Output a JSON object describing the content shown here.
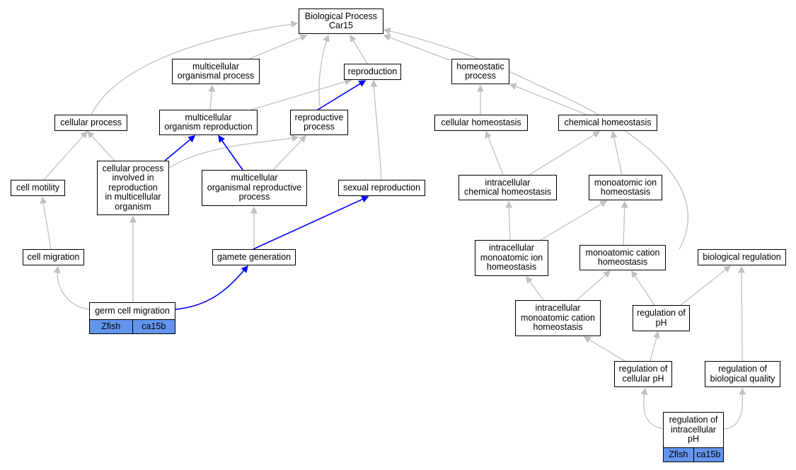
{
  "nodes": {
    "bp": "Biological Process\nCar15",
    "multicellular_organismal_process": "multicellular\norganismal process",
    "reproduction": "reproduction",
    "homeostatic_process": "homeostatic\nprocess",
    "cellular_process": "cellular process",
    "multicellular_organism_reproduction": "multicellular\norganism reproduction",
    "reproductive_process": "reproductive\nprocess",
    "cellular_homeostasis": "cellular homeostasis",
    "chemical_homeostasis": "chemical homeostasis",
    "cell_motility": "cell motility",
    "cellular_process_multicellular": "cellular process\ninvolved in\nreproduction\nin multicellular\norganism",
    "multicellular_organismal_reproductive_process": "multicellular\norganismal reproductive\nprocess",
    "sexual_reproduction": "sexual reproduction",
    "intracellular_chemical_homeostasis": "intracellular\nchemical homeostasis",
    "monoatomic_ion_homeostasis": "monoatomic ion\nhomeostasis",
    "cell_migration": "cell migration",
    "gamete_generation": "gamete generation",
    "intracellular_monoatomic_ion_homeostasis": "intracellular\nmonoatomic ion\nhomeostasis",
    "monoatomic_cation_homeostasis": "monoatomic cation\nhomeostasis",
    "biological_regulation": "biological regulation",
    "germ_cell_migration": "germ cell migration",
    "intracellular_monoatomic_cation_homeostasis": "intracellular\nmonoatomic cation\nhomeostasis",
    "regulation_of_ph": "regulation of\npH",
    "regulation_of_cellular_ph": "regulation of\ncellular pH",
    "regulation_of_biological_quality": "regulation of\nbiological quality",
    "regulation_of_intracellular_ph": "regulation of\nintracellular\npH"
  },
  "annotations": {
    "germ_cell_migration": [
      "Zfish",
      "ca15b"
    ],
    "regulation_of_intracellular_ph": [
      "Zfish",
      "ca15b"
    ]
  },
  "colors": {
    "edge_default": "#c0c0c0",
    "edge_highlight": "#0000ff",
    "annotation_fill": "#6495ed",
    "node_border": "#000000",
    "node_fill": "#ffffff"
  }
}
